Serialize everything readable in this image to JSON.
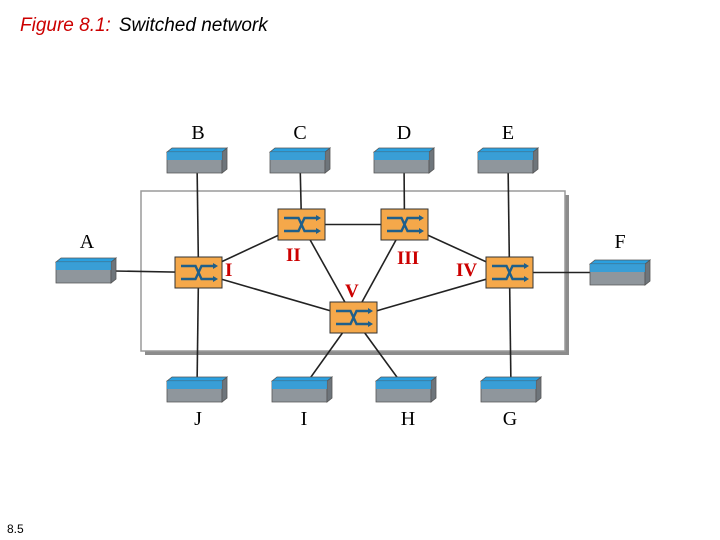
{
  "figure": {
    "number": "Figure 8.1:",
    "caption": "Switched network"
  },
  "page_number": "8.5",
  "colors": {
    "title_number": "#cc0000",
    "switch_fill": "#f5a84a",
    "station_top": "#2aa0e0",
    "station_side": "#8f969c",
    "link": "#222222",
    "switch_label": "#cc0000"
  },
  "stations": [
    {
      "id": "A",
      "label": "A"
    },
    {
      "id": "B",
      "label": "B"
    },
    {
      "id": "C",
      "label": "C"
    },
    {
      "id": "D",
      "label": "D"
    },
    {
      "id": "E",
      "label": "E"
    },
    {
      "id": "F",
      "label": "F"
    },
    {
      "id": "G",
      "label": "G"
    },
    {
      "id": "H",
      "label": "H"
    },
    {
      "id": "I",
      "label": "I"
    },
    {
      "id": "J",
      "label": "J"
    }
  ],
  "switches": [
    {
      "id": "I",
      "label": "I"
    },
    {
      "id": "II",
      "label": "II"
    },
    {
      "id": "III",
      "label": "III"
    },
    {
      "id": "IV",
      "label": "IV"
    },
    {
      "id": "V",
      "label": "V"
    }
  ],
  "links": [
    [
      "station:A",
      "switch:I"
    ],
    [
      "station:B",
      "switch:I"
    ],
    [
      "station:J",
      "switch:I"
    ],
    [
      "station:C",
      "switch:II"
    ],
    [
      "station:D",
      "switch:III"
    ],
    [
      "station:E",
      "switch:IV"
    ],
    [
      "station:F",
      "switch:IV"
    ],
    [
      "station:G",
      "switch:IV"
    ],
    [
      "station:I",
      "switch:V"
    ],
    [
      "station:H",
      "switch:V"
    ],
    [
      "switch:I",
      "switch:II"
    ],
    [
      "switch:I",
      "switch:V"
    ],
    [
      "switch:II",
      "switch:III"
    ],
    [
      "switch:II",
      "switch:V"
    ],
    [
      "switch:III",
      "switch:IV"
    ],
    [
      "switch:III",
      "switch:V"
    ],
    [
      "switch:IV",
      "switch:V"
    ]
  ]
}
